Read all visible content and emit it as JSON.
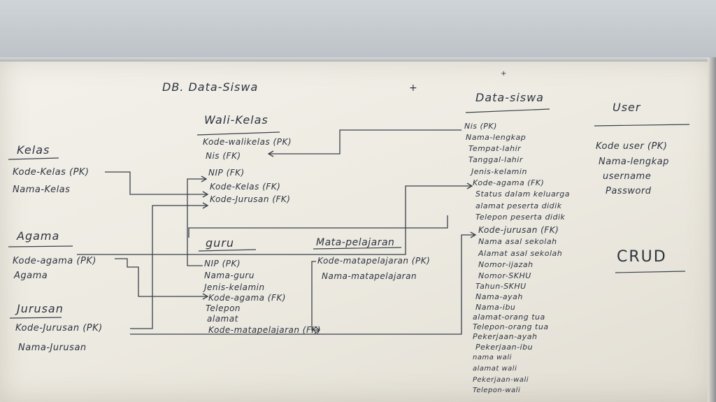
{
  "title": "DB. Data-Siswa",
  "marks": [
    "+",
    "+"
  ],
  "tables": {
    "kelas": {
      "name": "Kelas",
      "fields": [
        "Kode-Kelas (PK)",
        "Nama-Kelas"
      ]
    },
    "agama": {
      "name": "Agama",
      "fields": [
        "Kode-agama (PK)",
        "Agama"
      ]
    },
    "jurusan": {
      "name": "Jurusan",
      "fields": [
        "Kode-Jurusan (PK)",
        "Nama-Jurusan"
      ]
    },
    "wali_kelas": {
      "name": "Wali-Kelas",
      "fields": [
        "Kode-walikelas (PK)",
        "Nis (FK)",
        "NIP (FK)",
        "Kode-Kelas (FK)",
        "Kode-Jurusan (FK)"
      ]
    },
    "guru": {
      "name": "guru",
      "fields": [
        "NIP (PK)",
        "Nama-guru",
        "Jenis-kelamin",
        "Kode-agama (FK)",
        "Telepon",
        "alamat",
        "Kode-matapelajaran (FK)"
      ]
    },
    "mata_pelajaran": {
      "name": "Mata-pelajaran",
      "fields": [
        "Kode-matapelajaran (PK)",
        "Nama-matapelajaran"
      ]
    },
    "data_siswa": {
      "name": "Data-siswa",
      "fields": [
        "Nis (PK)",
        "Nama-lengkap",
        "Tempat-lahir",
        "Tanggal-lahir",
        "Jenis-kelamin",
        "Kode-agama (FK)",
        "Status dalam keluarga",
        "alamat peserta didik",
        "Telepon peserta didik",
        "Kode-jurusan (FK)",
        "Nama asal sekolah",
        "Alamat asal sekolah",
        "Nomor-ijazah",
        "Nomor-SKHU",
        "Tahun-SKHU",
        "Nama-ayah",
        "Nama-ibu",
        "alamat-orang tua",
        "Telepon-orang tua",
        "Pekerjaan-ayah",
        "Pekerjaan-ibu",
        "nama wali",
        "alamat wali",
        "Pekerjaan-wali",
        "Telepon-wali"
      ]
    },
    "user": {
      "name": "User",
      "fields": [
        "Kode user (PK)",
        "Nama-lengkap",
        "username",
        "Password"
      ]
    }
  },
  "note": "CRUD"
}
